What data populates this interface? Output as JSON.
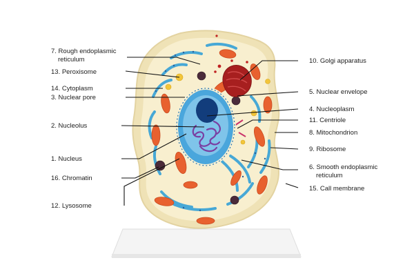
{
  "labels": {
    "l7a": "7. Rough endoplasmic",
    "l7b": "reticulum",
    "l13": "13. Peroxisome",
    "l14": "14. Cytoplasm",
    "l3": "3. Nuclear pore",
    "l2": "2. Nucleolus",
    "l1": "1. Nucleus",
    "l16": "16. Chromatin",
    "l12": "12. Lysosome",
    "l10": "10. Golgi apparatus",
    "l5": "5. Nuclear envelope",
    "l4": "4. Nucleoplasm",
    "l11": "11. Centriole",
    "l8": "8. Mitochondrion",
    "l9": "9. Ribosome",
    "l6a": "6. Smooth endoplasmic",
    "l6b": "reticulum",
    "l15": "15. Call membrane"
  },
  "colors": {
    "cytoplasm": "#f6ecc7",
    "membrane": "#efe3bb",
    "mitochondria": "#e8602e",
    "er": "#45a6d4",
    "nucleus": "#3fa0d8",
    "nucleolus": "#123a7a",
    "chromatin": "#7a3fa0",
    "golgi": "#a62020",
    "lysosome": "#4a2a38",
    "base": "#f2f2f2"
  }
}
